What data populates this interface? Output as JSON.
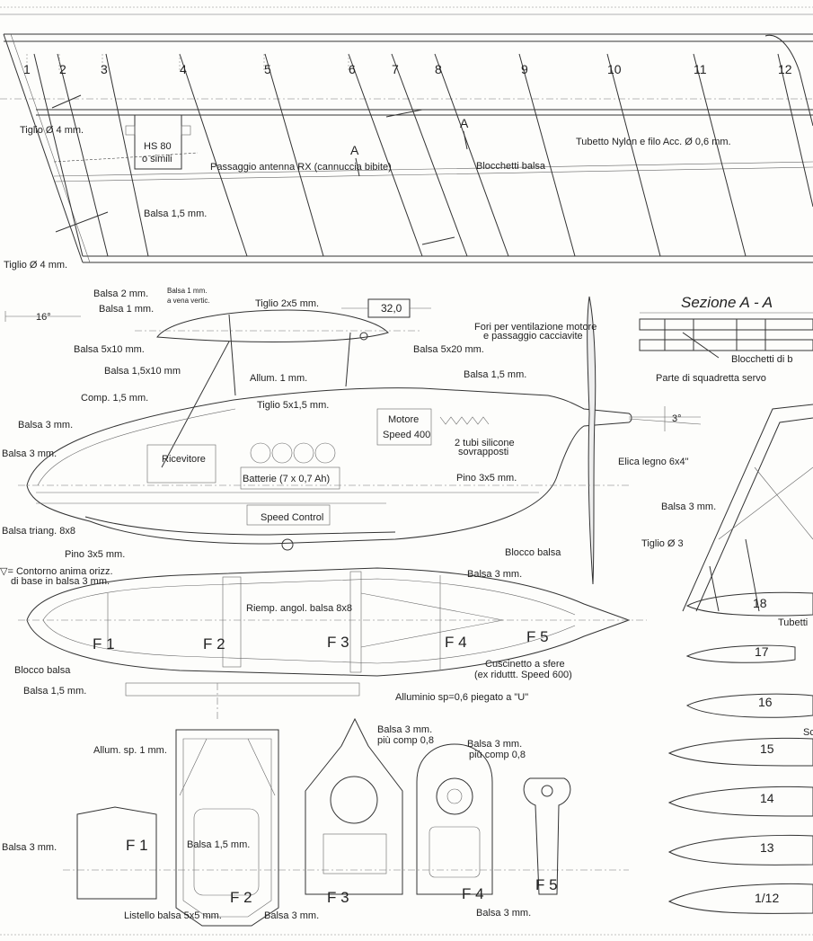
{
  "wing_stations": [
    "1",
    "2",
    "3",
    "4",
    "5",
    "6",
    "7",
    "8",
    "9",
    "10",
    "11",
    "12"
  ],
  "section_marker": "A",
  "wing_labels": {
    "tiglio_4_top": "Tiglio Ø 4 mm.",
    "servo": "HS 80",
    "servo2": "o simili",
    "antenna": "Passaggio antenna RX (cannuccia bibite)",
    "blocchetti": "Blocchetti balsa",
    "tubetto": "Tubetto Nylon e filo Acc. Ø 0,6 mm.",
    "balsa_15": "Balsa 1,5 mm.",
    "tiglio_4_bottom": "Tiglio Ø 4 mm."
  },
  "dihedral_angle": "16°",
  "side_view": {
    "dimension": "32,0",
    "thrust_angle": "3°",
    "labels": {
      "balsa_2": "Balsa 2 mm.",
      "balsa_1": "Balsa 1 mm.",
      "balsa_1_vena1": "Balsa 1 mm.",
      "balsa_1_vena2": "a vena vertic.",
      "tiglio_2x5": "Tiglio 2x5 mm.",
      "fori1": "Fori per ventilazione motore",
      "fori2": "e passaggio cacciavite",
      "balsa_5x10": "Balsa 5x10 mm.",
      "balsa_5x20": "Balsa 5x20 mm.",
      "balsa_15x10": "Balsa 1,5x10 mm",
      "allum_1": "Allum. 1 mm.",
      "balsa_15_side": "Balsa 1,5 mm.",
      "comp_15": "Comp. 1,5 mm.",
      "tiglio_5x15": "Tiglio 5x1,5 mm.",
      "motore": "Motore",
      "speed400": "Speed 400",
      "balsa_3_a": "Balsa 3 mm.",
      "balsa_3_b": "Balsa 3 mm.",
      "tubi1": "2 tubi silicone",
      "tubi2": "sovrapposti",
      "ricevitore": "Ricevitore",
      "batterie": "Batterie (7 x 0,7 Ah)",
      "elica": "Elica legno 6x4\"",
      "pino_side": "Pino 3x5 mm.",
      "speed_control": "Speed Control",
      "triang": "Balsa triang. 8x8",
      "blocco_side": "Blocco balsa"
    }
  },
  "section_aa": {
    "title": "Sezione  A - A",
    "blocchetti": "Blocchetti di b",
    "squadretta": "Parte di squadretta servo"
  },
  "tail_labels": {
    "balsa_3": "Balsa 3 mm.",
    "tiglio_3": "Tiglio Ø 3",
    "tubetti": "Tubetti"
  },
  "tail_ribs": [
    "18",
    "17",
    "16",
    "15",
    "14",
    "13",
    "1/12"
  ],
  "tail_rib_extra": "Sc",
  "top_view": {
    "formers": [
      "F 1",
      "F 2",
      "F 3",
      "F 4",
      "F 5"
    ],
    "labels": {
      "pino": "Pino 3x5 mm.",
      "contorno1": "▽= Contorno anima orizz.",
      "contorno2": "di base in balsa 3 mm.",
      "balsa_3": "Balsa 3 mm.",
      "riemp": "Riemp. angol. balsa 8x8",
      "blocco": "Blocco balsa",
      "cuscinetto1": "Cuscinetto a sfere",
      "cuscinetto2": "(ex riduttt. Speed 600)",
      "balsa_15": "Balsa 1,5 mm.",
      "alluminio": "Alluminio sp=0,6 piegato a \"U\""
    }
  },
  "formers_detail": {
    "labels": [
      "F 1",
      "F 2",
      "F 3",
      "F 4",
      "F 5"
    ],
    "allum": "Allum. sp. 1 mm.",
    "balsa_3_left": "Balsa 3 mm.",
    "balsa_15": "Balsa 1,5 mm.",
    "f3_note1": "Balsa 3 mm.",
    "f3_note2": "più comp 0,8",
    "f4_note1": "Balsa 3 mm.",
    "f4_note2": "più comp 0,8",
    "listello": "Listello balsa 5x5 mm.",
    "balsa_3_bottom1": "Balsa 3 mm.",
    "balsa_3_bottom2": "Balsa 3 mm."
  }
}
